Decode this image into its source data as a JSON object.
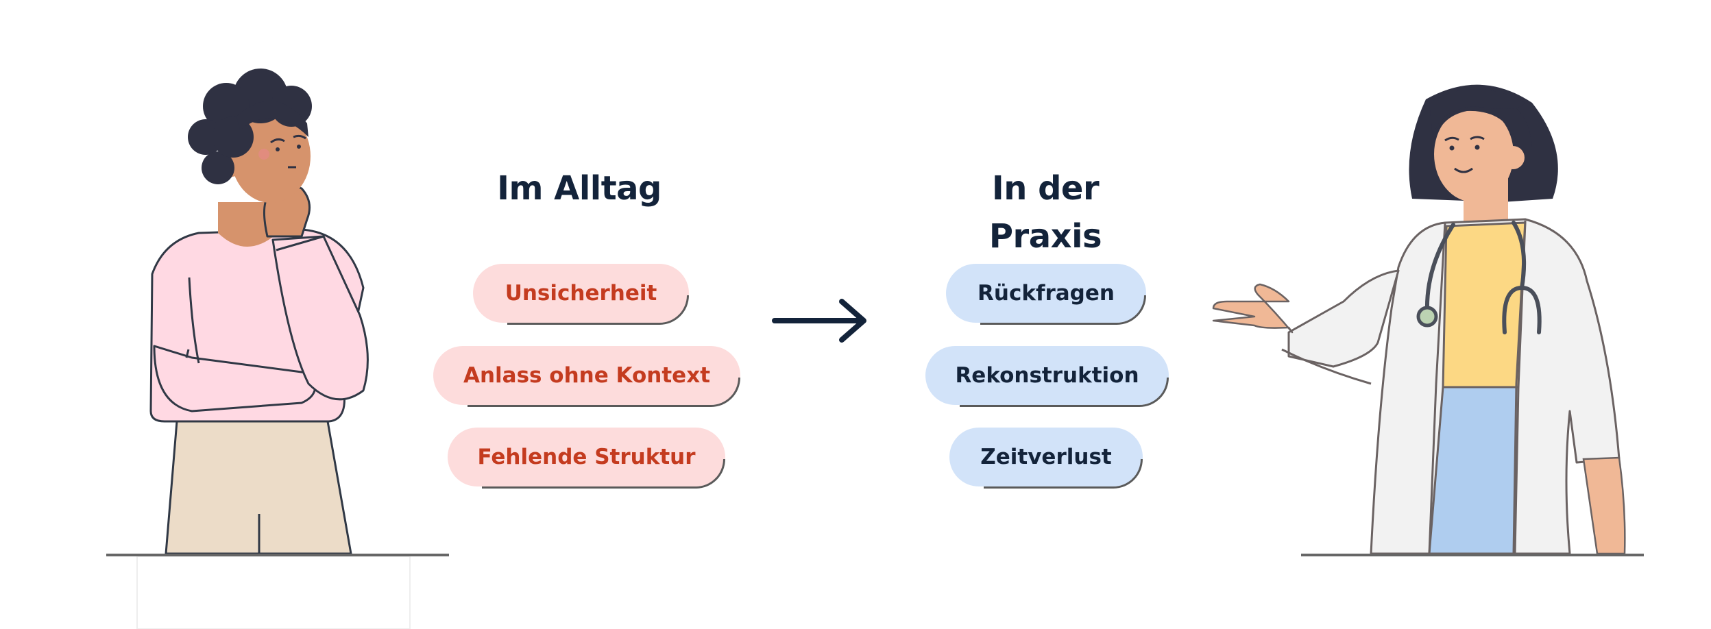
{
  "left_column": {
    "title": "Im Alltag",
    "items": [
      "Unsicherheit",
      "Anlass ohne Kontext",
      "Fehlende Struktur"
    ]
  },
  "right_column": {
    "title": "In der Praxis",
    "items": [
      "Rückfragen",
      "Rekonstruktion",
      "Zeitverlust"
    ]
  },
  "colors": {
    "title_text": "#13233a",
    "negative_pill_bg": "#fddcdc",
    "negative_pill_text": "#c43b1f",
    "positive_pill_bg": "#d2e3f9",
    "positive_pill_text": "#13233a",
    "arrow": "#13233a"
  },
  "icons": {
    "left_figure": "thinking-person-illustration",
    "right_figure": "doctor-illustration",
    "arrow": "arrow-right-icon"
  }
}
